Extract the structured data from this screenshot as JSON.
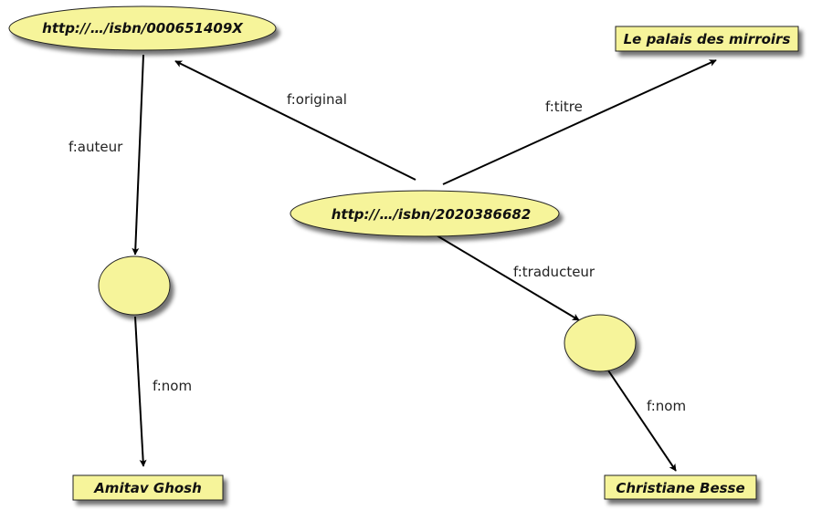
{
  "diagram": {
    "colors": {
      "node_fill": "#f6f49a",
      "node_stroke": "#222222",
      "edge": "#000000"
    },
    "nodes": {
      "original_book": {
        "shape": "ellipse",
        "label": "http://…/isbn/000651409X"
      },
      "translated_book": {
        "shape": "ellipse",
        "label": "http://…/isbn/2020386682"
      },
      "title_literal": {
        "shape": "rect",
        "label": "Le palais des mirroirs"
      },
      "author_blank": {
        "shape": "ellipse",
        "label": ""
      },
      "translator_blank": {
        "shape": "ellipse",
        "label": ""
      },
      "author_name": {
        "shape": "rect",
        "label": "Amitav Ghosh"
      },
      "translator_name": {
        "shape": "rect",
        "label": "Christiane Besse"
      }
    },
    "edges": {
      "original": {
        "from": "translated_book",
        "to": "original_book",
        "label": "f:original"
      },
      "titre": {
        "from": "translated_book",
        "to": "title_literal",
        "label": "f:titre"
      },
      "auteur": {
        "from": "original_book",
        "to": "author_blank",
        "label": "f:auteur"
      },
      "traducteur": {
        "from": "translated_book",
        "to": "translator_blank",
        "label": "f:traducteur"
      },
      "nom_author": {
        "from": "author_blank",
        "to": "author_name",
        "label": "f:nom"
      },
      "nom_translator": {
        "from": "translator_blank",
        "to": "translator_name",
        "label": "f:nom"
      }
    }
  }
}
